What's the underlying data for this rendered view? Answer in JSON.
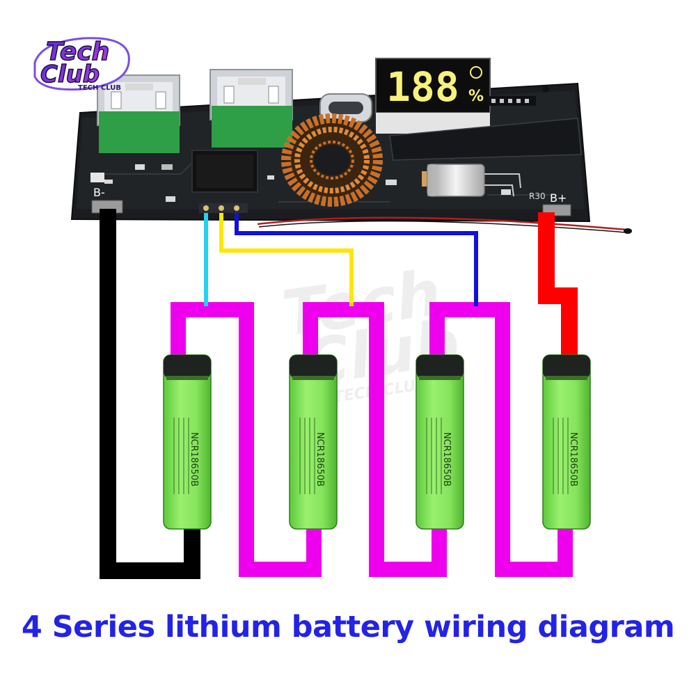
{
  "logo": {
    "line1": "Tech",
    "line2": "Club",
    "sub": "TECH CLUB"
  },
  "board": {
    "display_digits": "188",
    "display_unit": "%",
    "neg_label": "B-",
    "pos_label": "B+",
    "resistor_label": "R30"
  },
  "batteries": [
    {
      "model": "NCR18650B"
    },
    {
      "model": "NCR18650B"
    },
    {
      "model": "NCR18650B"
    },
    {
      "model": "NCR18650B"
    }
  ],
  "wire_colors": {
    "negative": "#000000",
    "positive": "#ff0000",
    "series_link": "#ee00ee",
    "tap_1": "#22d3ee",
    "tap_2": "#ffe600",
    "tap_3": "#1010e0"
  },
  "caption": "4 Series lithium battery wiring diagram"
}
